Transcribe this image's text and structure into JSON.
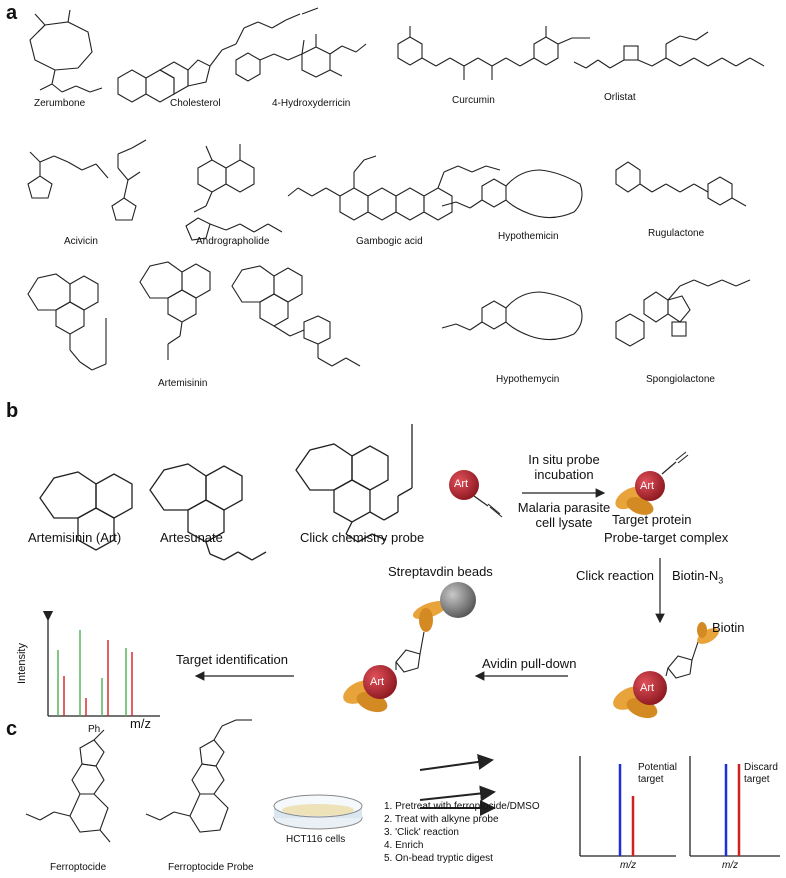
{
  "panels": {
    "a": "a",
    "b": "b",
    "c": "c"
  },
  "panel_a": {
    "compounds": [
      "Zerumbone",
      "Cholesterol",
      "4-Hydroxyderricin",
      "Curcumin",
      "Orlistat",
      "Acivicin",
      "Andrographolide",
      "Gambogic acid",
      "Hypothemicin",
      "Rugulactone",
      "Artemisinin",
      "Hypothemycin",
      "Spongiolactone"
    ]
  },
  "panel_b": {
    "compounds": {
      "art": "Artemisinin (Art)",
      "artesunate": "Artesunate",
      "probe": "Click chemistry probe"
    },
    "art_badge": "Art",
    "step1_top": [
      "In situ probe",
      "incubation"
    ],
    "step1_bottom": [
      "Malaria parasite",
      "cell lysate"
    ],
    "target_protein": "Target protein",
    "complex": "Probe-target complex",
    "click_reaction": "Click reaction",
    "biotin_n3": "Biotin-N",
    "biotin_sub": "3",
    "biotin": "Biotin",
    "streptavidin": "Streptavdin beads",
    "avidin": "Avidin pull-down",
    "target_id": "Target identification",
    "intensity": "Intensity",
    "mz": "m/z"
  },
  "panel_c": {
    "compounds": {
      "ferro": "Ferroptocide",
      "probe": "Ferroptocide Probe"
    },
    "ph": "Ph",
    "cells": "HCT116 cells",
    "steps": [
      "1. Pretreat with ferroptocide/DMSO",
      "2. Treat with alkyne probe",
      "3. 'Click' reaction",
      "4. Enrich",
      "5. On-bead tryptic digest"
    ],
    "potential": [
      "Potential",
      "target"
    ],
    "discard": [
      "Discard",
      "target"
    ],
    "mz": "m/z"
  },
  "colors": {
    "art_red": "#b0262e",
    "protein": "#e8a33a",
    "bead": "#8a8a8a",
    "blue": "#1d2fd6",
    "red": "#d21f1f",
    "green": "#4caf50"
  }
}
